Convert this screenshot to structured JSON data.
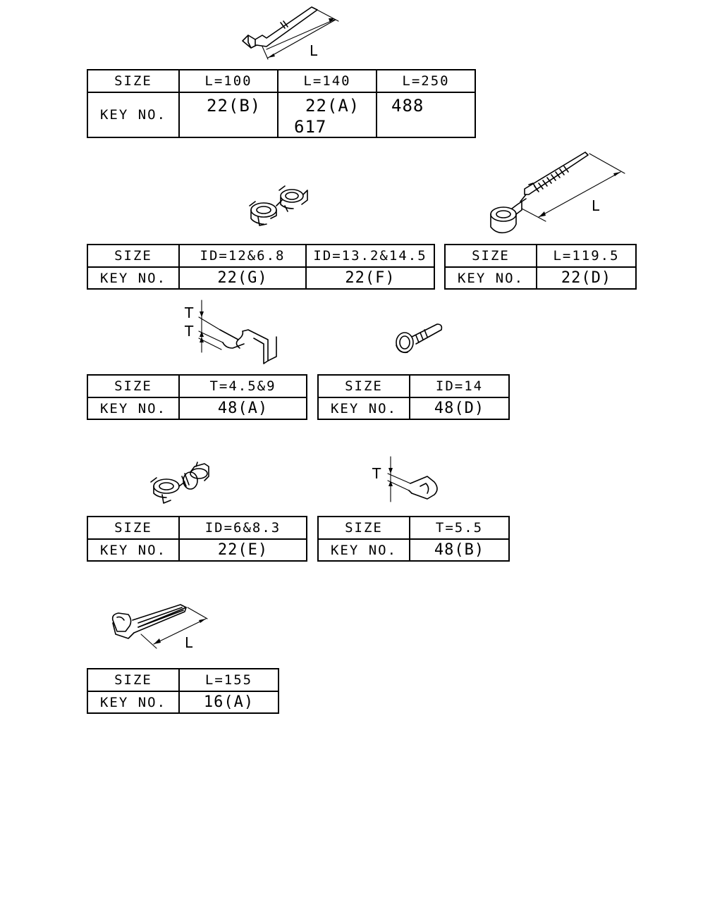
{
  "dimension_labels": {
    "fig1_L": "L",
    "fig4_L": "L",
    "fig5_T1": "T",
    "fig5_T2": "T",
    "fig8_T": "T",
    "fig9_L": "L"
  },
  "tables": {
    "t1": {
      "size_label": "SIZE",
      "key_label": "KEY NO.",
      "sizes": [
        "L=100",
        "L=140",
        "L=250"
      ],
      "keys": [
        [
          "22(B)"
        ],
        [
          "22(A)",
          "617"
        ],
        [
          "488"
        ]
      ]
    },
    "t2": {
      "size_label": "SIZE",
      "key_label": "KEY NO.",
      "sizes": [
        "ID=12&6.8",
        "ID=13.2&14.5"
      ],
      "keys": [
        "22(G)",
        "22(F)"
      ]
    },
    "t3": {
      "size_label": "SIZE",
      "key_label": "KEY NO.",
      "sizes": [
        "L=119.5"
      ],
      "keys": [
        "22(D)"
      ]
    },
    "t4": {
      "size_label": "SIZE",
      "key_label": "KEY NO.",
      "sizes": [
        "T=4.5&9"
      ],
      "keys": [
        "48(A)"
      ]
    },
    "t5": {
      "size_label": "SIZE",
      "key_label": "KEY NO.",
      "sizes": [
        "ID=14"
      ],
      "keys": [
        "48(D)"
      ]
    },
    "t6": {
      "size_label": "SIZE",
      "key_label": "KEY NO.",
      "sizes": [
        "ID=6&8.3"
      ],
      "keys": [
        "22(E)"
      ]
    },
    "t7": {
      "size_label": "SIZE",
      "key_label": "KEY NO.",
      "sizes": [
        "T=5.5"
      ],
      "keys": [
        "48(B)"
      ]
    },
    "t8": {
      "size_label": "SIZE",
      "key_label": "KEY NO.",
      "sizes": [
        "L=155"
      ],
      "keys": [
        "16(A)"
      ]
    }
  }
}
